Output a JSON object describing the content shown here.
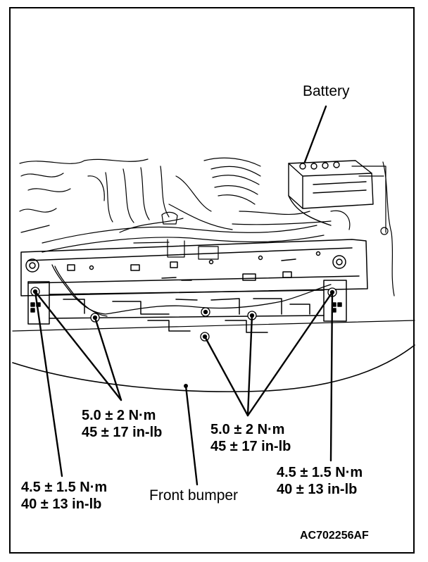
{
  "labels": {
    "battery": "Battery",
    "front_bumper": "Front bumper",
    "center_left": {
      "nm": "5.0 ± 2 N·m",
      "inlb": "45 ± 17 in-lb"
    },
    "center_right": {
      "nm": "5.0 ± 2 N·m",
      "inlb": "45 ± 17 in-lb"
    },
    "outer_left": {
      "nm": "4.5 ± 1.5 N·m",
      "inlb": "40 ± 13 in-lb"
    },
    "outer_right": {
      "nm": "4.5 ± 1.5 N·m",
      "inlb": "40 ± 13 in-lb"
    }
  },
  "figure_code": "AC702256AF"
}
